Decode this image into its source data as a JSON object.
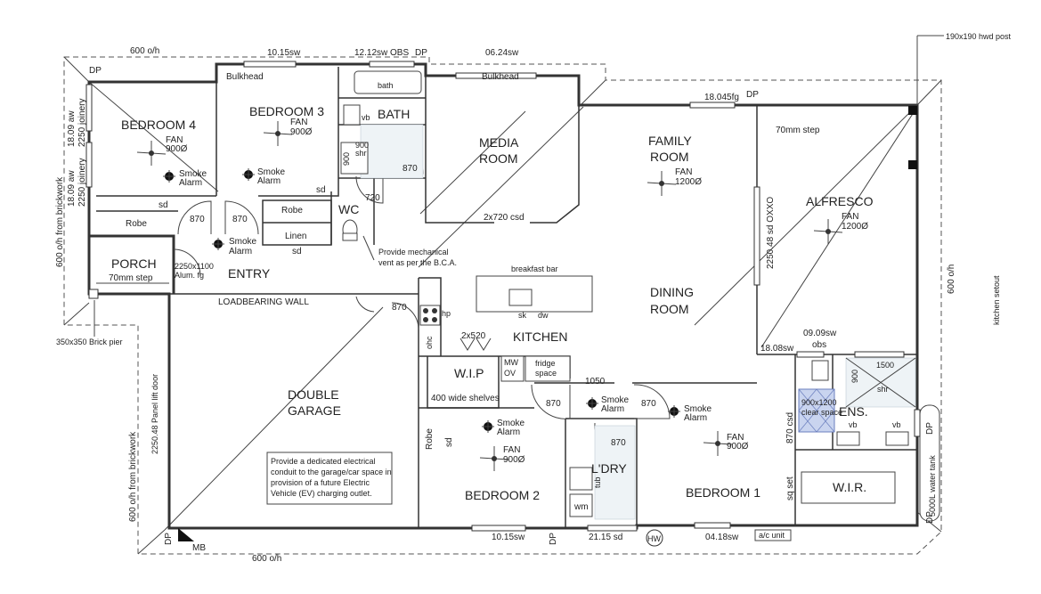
{
  "drawing": {
    "rooms": {
      "bedroom4": "BEDROOM 4",
      "bedroom3": "BEDROOM 3",
      "bath": "BATH",
      "media": [
        "MEDIA",
        "ROOM"
      ],
      "family": [
        "FAMILY",
        "ROOM"
      ],
      "alfresco": "ALFRESCO",
      "porch": "PORCH",
      "entry": "ENTRY",
      "wc": "WC",
      "dining": [
        "DINING",
        "ROOM"
      ],
      "kitchen": "KITCHEN",
      "wip": "W.I.P",
      "garage": [
        "DOUBLE",
        "GARAGE"
      ],
      "bedroom2": "BEDROOM 2",
      "ldry": "L'DRY",
      "bedroom1": "BEDROOM 1",
      "ens": "ENS.",
      "wir": "W.I.R."
    },
    "top_labels": {
      "d600_top": "600 o/h",
      "d1015": "10.15sw",
      "d1212": "12.12sw OBS",
      "dp_top": "DP",
      "d0624": "06.24sw",
      "bulkhead_a": "Bulkhead",
      "bulkhead_b": "Bulkhead",
      "hwd_post": "190x190 hwd post",
      "d18045": "18.045fg",
      "dp_family": "DP",
      "step_family": "70mm step"
    },
    "left_labels": {
      "dp_left": "DP",
      "aw1": "18.09 aw",
      "joinery1": "2250 joinery",
      "aw2": "18.09 aw",
      "joinery2": "2250 joinery",
      "brickwork_top": "600 o/h from brickwork",
      "brickwork_bottom": "600 o/h from brickwork",
      "pier": "350x350 Brick pier",
      "panel_door": "2250.48 Panel lift door"
    },
    "fixtures": {
      "fan900": "FAN",
      "fan900_size": "900Ø",
      "fan1200_size": "1200Ø",
      "smoke": "Smoke",
      "alarm": "Alarm",
      "bath_label": "bath",
      "vb": "vb",
      "shr900": "900",
      "shr": "shr",
      "d870": "870",
      "d720": "720",
      "sd": "sd",
      "robe": "Robe",
      "linen": "Linen",
      "csd": "2x720 csd",
      "oxxo": "2250.48 sd OXXO",
      "mech_vent_1": "Provide mechanical",
      "mech_vent_2": "vent as per the B.C.A.",
      "alum_fg_1": "2250x1100",
      "alum_fg_2": "Alum. fg",
      "porch_step": "70mm step",
      "loadbearing": "LOADBEARING WALL",
      "breakfast": "breakfast bar",
      "sk": "sk",
      "dw": "dw",
      "hp": "hp",
      "ohc": "ohc",
      "x2x520": "2x520",
      "mw": "MW",
      "ov": "OV",
      "fridge_1": "fridge",
      "fridge_2": "space",
      "shelves": "400 wide shelves",
      "d1050": "1050",
      "tub": "tub",
      "wm": "wm",
      "sq_set": "sq set",
      "csd870": "870 csd",
      "clear_1": "900x1200",
      "clear_2": "clear space",
      "d1500": "1500",
      "kitchen_setout": "kitchen setout",
      "water_tank": "5000L water tank",
      "dp_tank_a": "DP",
      "dp_tank_b": "DP",
      "d1808": "18.08sw",
      "d0909": "09.09sw",
      "obs": "obs",
      "ac_unit": "a/c unit",
      "hw": "HW",
      "mb": "MB",
      "dp_bottom": "DP",
      "dp_bottom2": "DP",
      "b1015": "10.15sw",
      "b2115": "21.15 sd",
      "b0418": "04.18sw",
      "d600_bottom": "600 o/h",
      "d600_right": "600 o/h"
    },
    "ev_note": [
      "Provide a dedicated electrical",
      "conduit to the garage/car space in",
      "provision of a future Electric",
      "Vehicle (EV) charging outlet."
    ]
  }
}
